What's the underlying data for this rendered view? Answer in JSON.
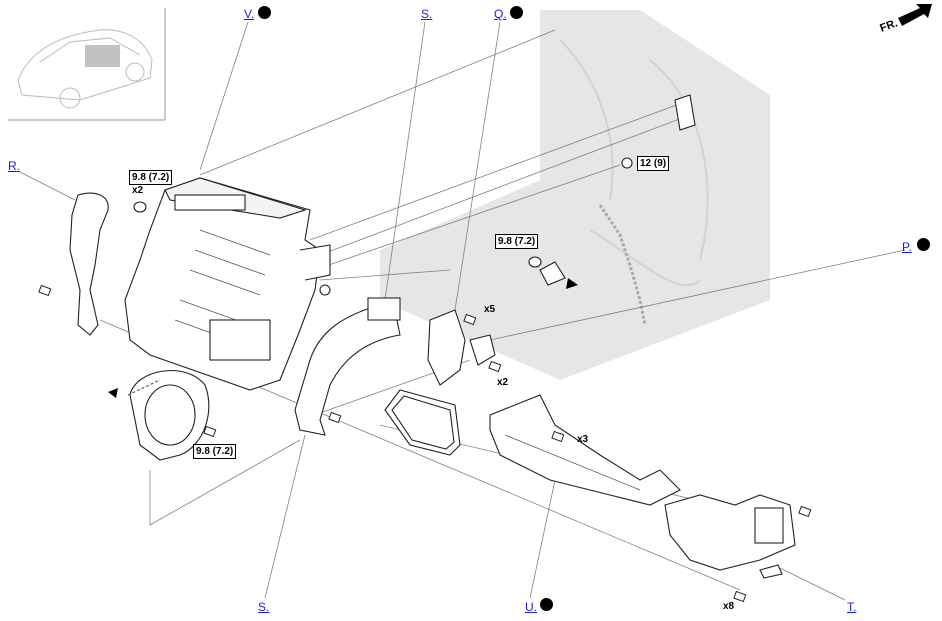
{
  "callouts": {
    "v": "V.",
    "s_top": "S.",
    "q": "Q.",
    "r": "R.",
    "p": "P.",
    "s_bottom": "S.",
    "u": "U.",
    "t": "T."
  },
  "torques": {
    "top_left": "9.8 (7.2)",
    "top_right": "12 (9)",
    "middle": "9.8 (7.2)",
    "bottom_left": "9.8 (7.2)"
  },
  "quantities": {
    "x2_top": "x2",
    "x5": "x5",
    "x2_mid": "x2",
    "x3": "x3",
    "x8": "x8"
  },
  "orientation": {
    "label": "FR.",
    "icon": "front-arrow-icon"
  },
  "colors": {
    "link": "#1a1aee",
    "line": "#808080",
    "shade": "#e6e6e6"
  }
}
